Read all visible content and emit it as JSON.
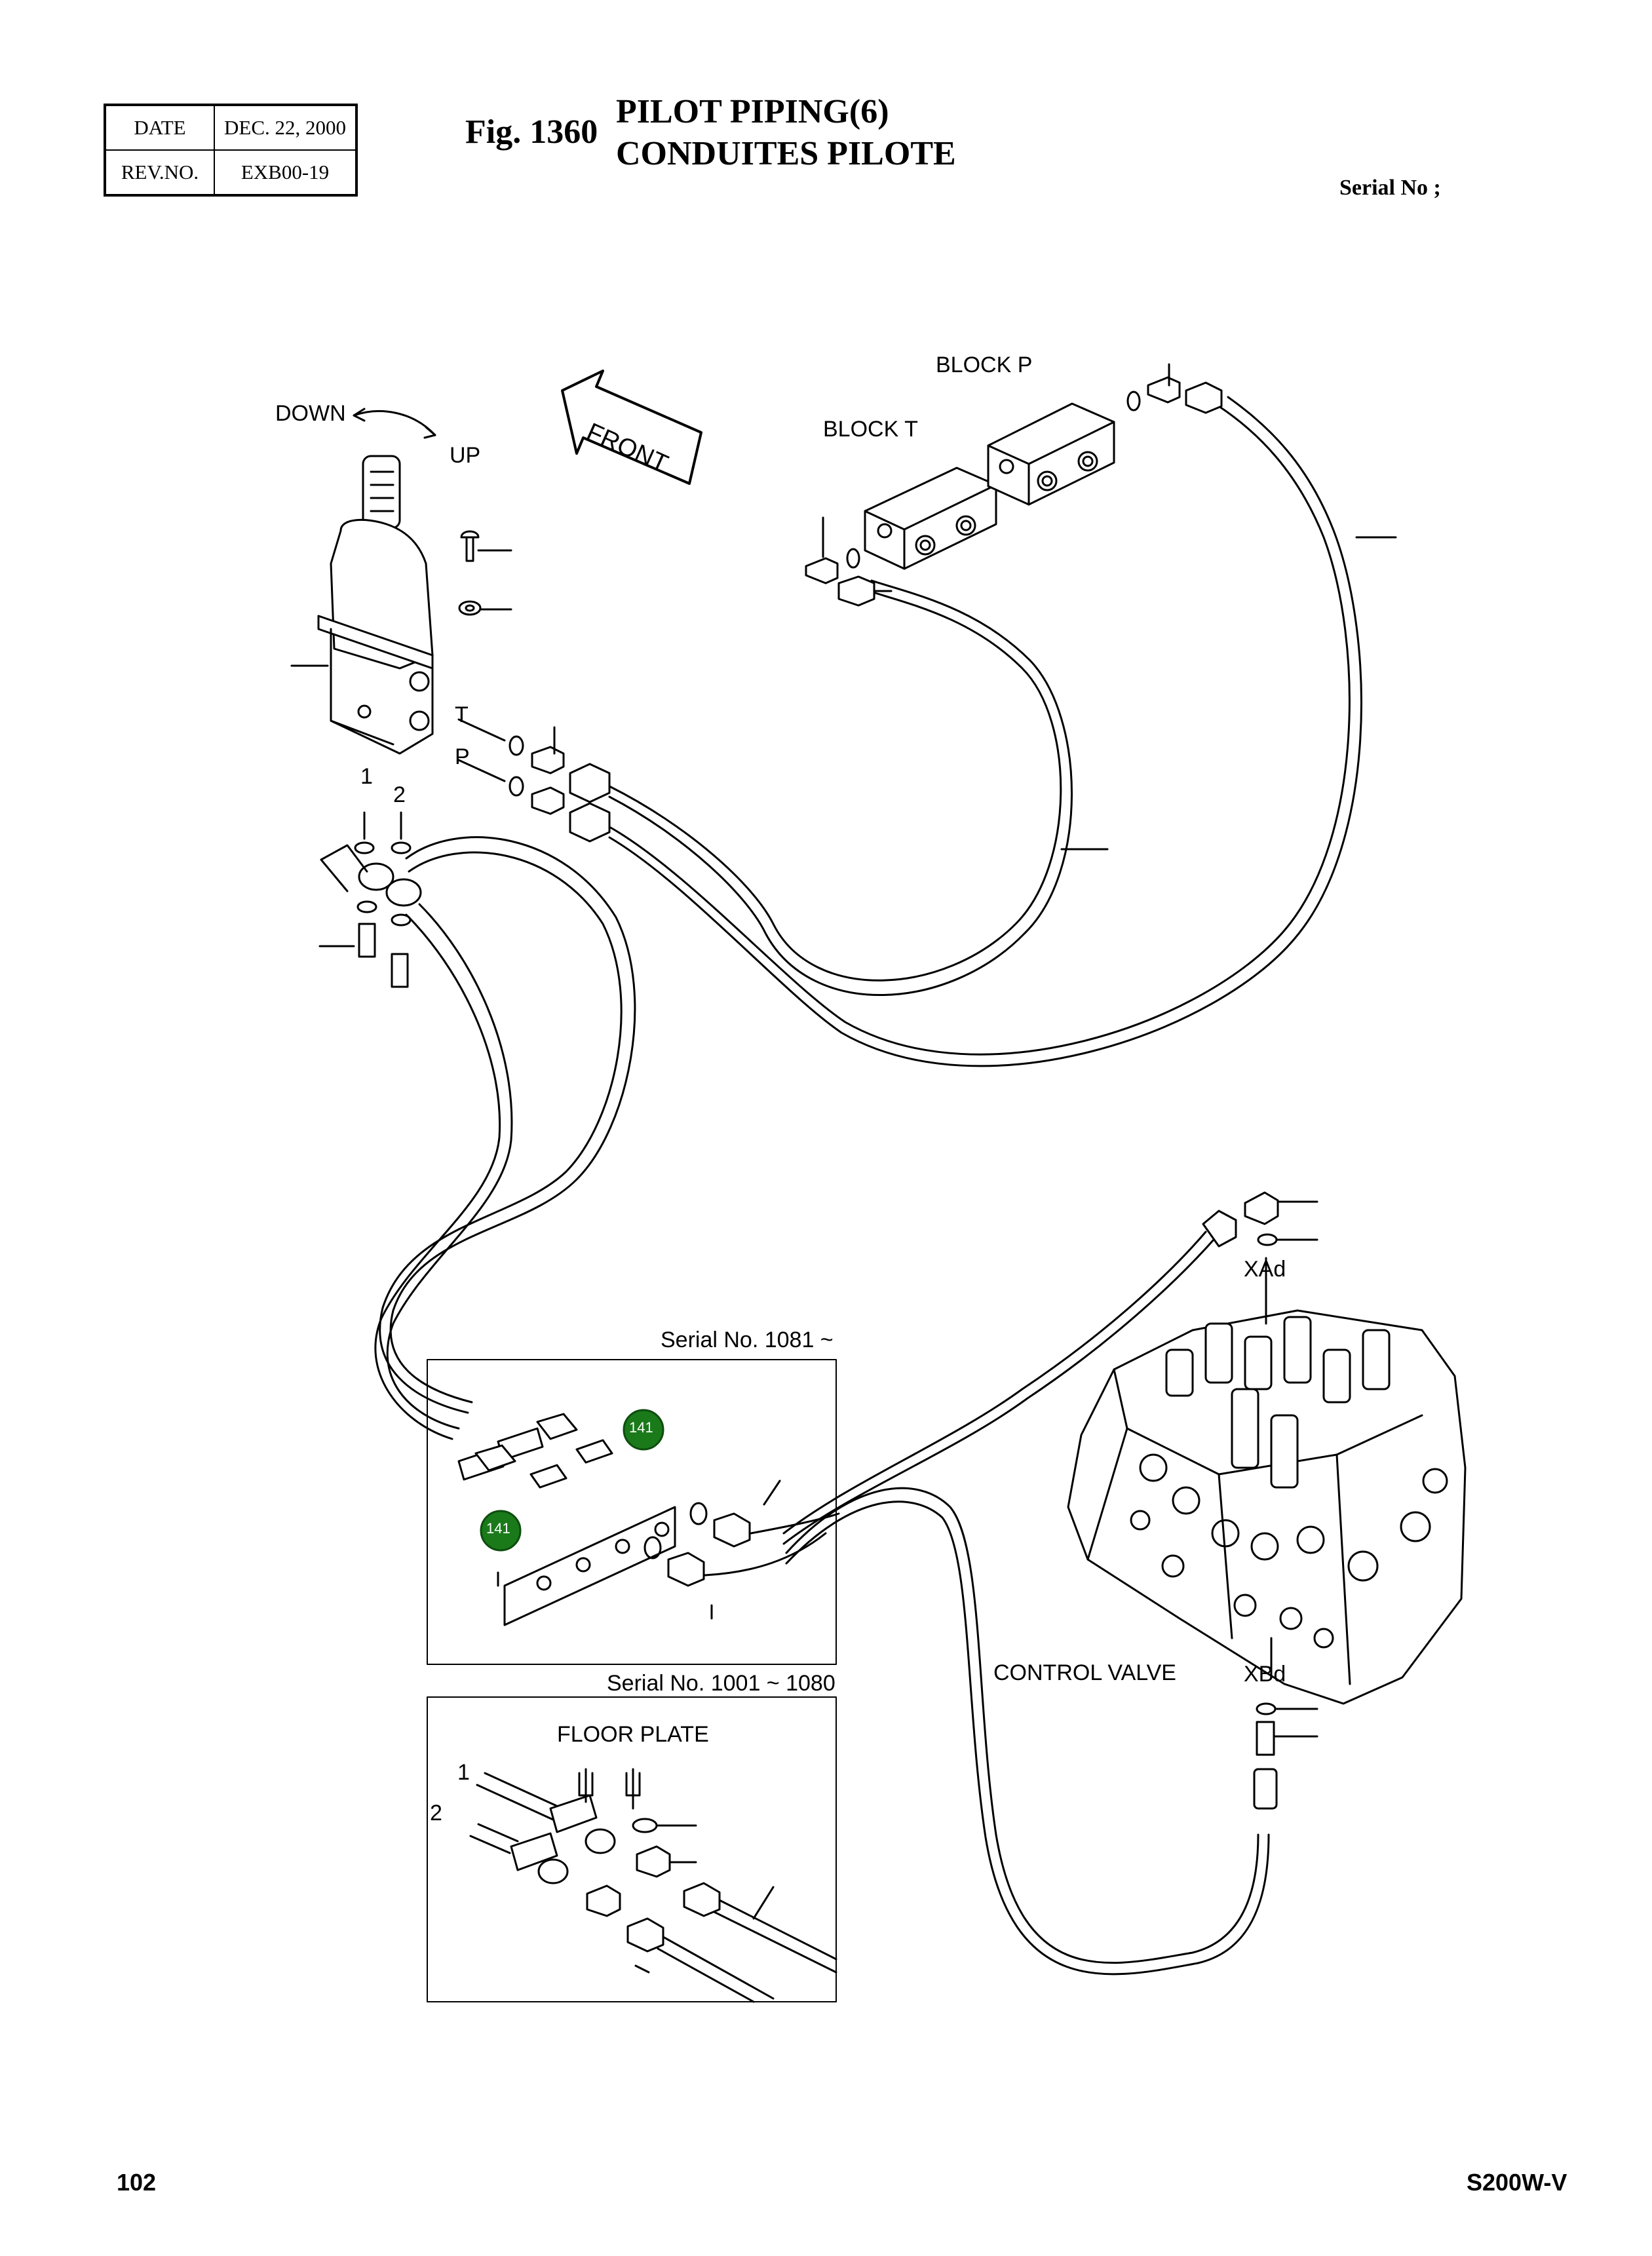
{
  "header": {
    "date_label": "DATE",
    "date_value": "DEC. 22, 2000",
    "rev_label": "REV.NO.",
    "rev_value": "EXB00-19",
    "fig_number": "Fig. 1360",
    "title_en": "PILOT PIPING(6)",
    "title_fr": "CONDUITES PILOTE",
    "serial_label": "Serial No ;"
  },
  "diagram": {
    "direction_labels": {
      "down": "DOWN",
      "up": "UP",
      "front": "FRONT"
    },
    "blocks": {
      "block_p": "BLOCK P",
      "block_t": "BLOCK T"
    },
    "ports": {
      "t": "T",
      "p": "P",
      "one": "1",
      "two": "2",
      "xad": "XAd",
      "xbd": "XBd"
    },
    "control_valve": "CONTROL VALVE",
    "inset_upper": {
      "serial": "Serial No. 1081 ~",
      "callouts": [
        "141",
        "141"
      ]
    },
    "inset_lower": {
      "serial": "Serial No. 1001 ~ 1080",
      "floor_plate": "FLOOR PLATE",
      "one": "1",
      "two": "2"
    },
    "callout_color": "#1a7a1a"
  },
  "footer": {
    "page_number": "102",
    "model": "S200W-V"
  }
}
